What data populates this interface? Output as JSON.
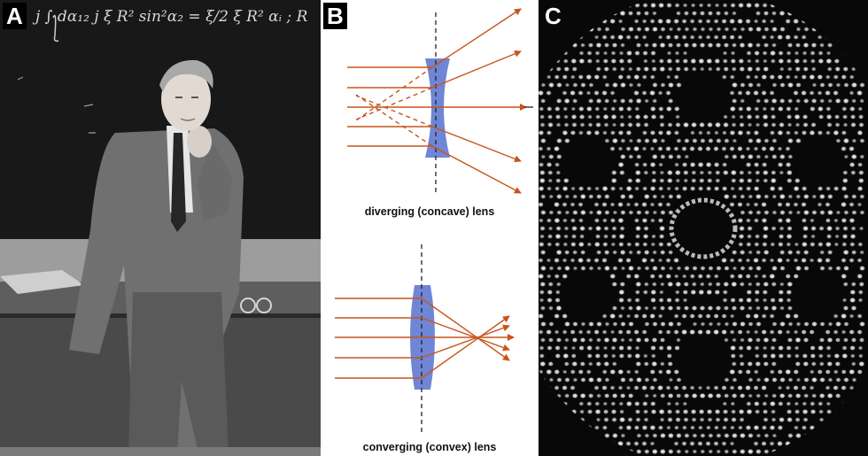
{
  "panels": {
    "a": {
      "letter": "A",
      "chalk_formula": "j ∫ dα₁₂   j ξ R² sin²α₂ = ξ/2 ξ R² αᵢ ;  R"
    },
    "b": {
      "letter": "B",
      "diverging_caption": "diverging (concave) lens",
      "converging_caption": "converging (convex) lens"
    },
    "c": {
      "letter": "C"
    }
  },
  "colors": {
    "lens_fill": "#6f86d6",
    "ray": "#c9541a",
    "axis": "#222222",
    "chalkboard": "#1c1c1c",
    "pattern_bg": "#080808"
  }
}
